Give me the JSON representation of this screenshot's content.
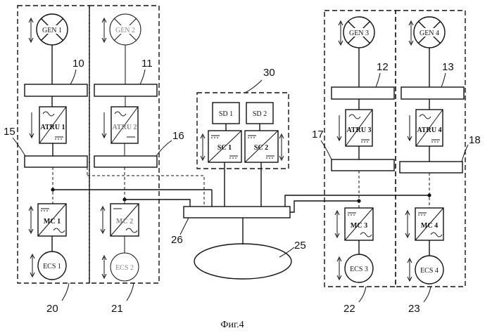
{
  "caption": "Фиг.4",
  "generators": [
    "GEN 1",
    "GEN 2",
    "GEN 3",
    "GEN 4"
  ],
  "atru": [
    "ATRU 1",
    "ATRU 2",
    "ATRU 3",
    "ATRU 4"
  ],
  "motor_controllers": [
    "MC 1",
    "MC 2",
    "MC 3",
    "MC 4"
  ],
  "ecs": [
    "ECS 1",
    "ECS 2",
    "ECS 3",
    "ECS 4"
  ],
  "storage_devices": [
    "SD 1",
    "SD 2"
  ],
  "storage_controllers": [
    "SC 1",
    "SC 2"
  ],
  "refs": {
    "r10": "10",
    "r11": "11",
    "r12": "12",
    "r13": "13",
    "r15": "15",
    "r16": "16",
    "r17": "17",
    "r18": "18",
    "r20": "20",
    "r21": "21",
    "r22": "22",
    "r23": "23",
    "r25": "25",
    "r26": "26",
    "r30": "30"
  }
}
